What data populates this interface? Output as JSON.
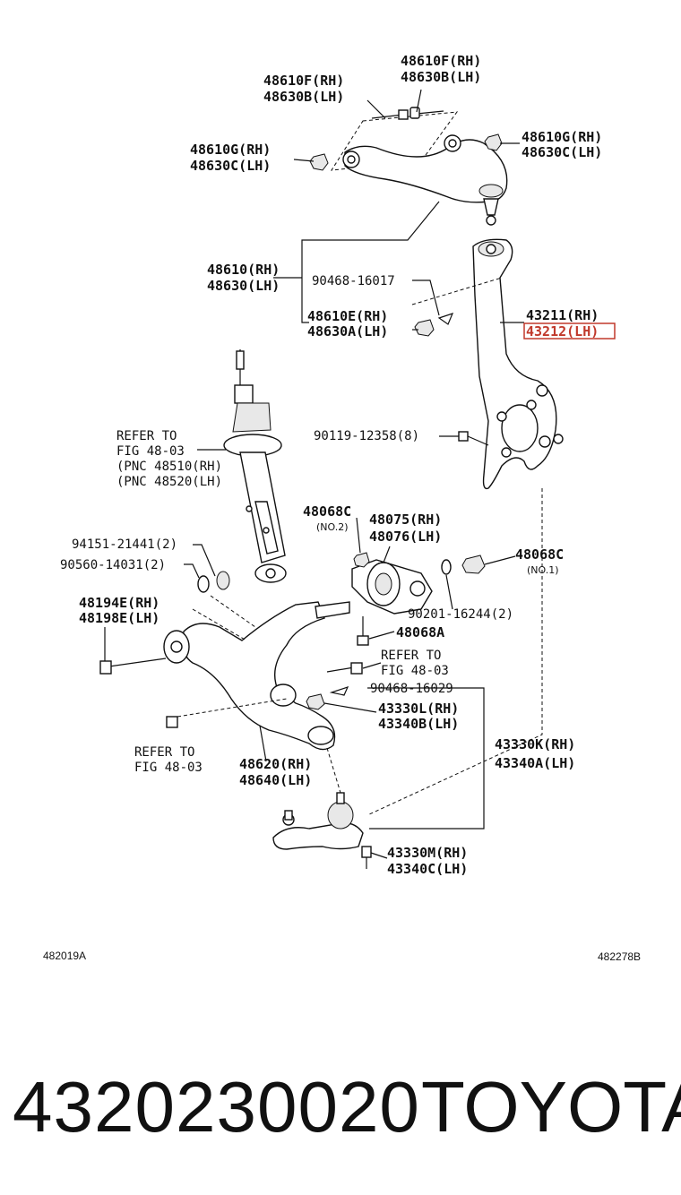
{
  "labels": {
    "l_48610F_RH_top": "48610F(RH)",
    "l_48630B_LH_top": "48630B(LH)",
    "l_48610F_RH_left": "48610F(RH)",
    "l_48630B_LH_left": "48630B(LH)",
    "l_48610G_RH_left": "48610G(RH)",
    "l_48630C_LH_left": "48630C(LH)",
    "l_48610G_RH_right": "48610G(RH)",
    "l_48630C_LH_right": "48630C(LH)",
    "l_48610_RH": "48610(RH)",
    "l_48630_LH": "48630(LH)",
    "l_90468_16017": "90468-16017",
    "l_48610E_RH": "48610E(RH)",
    "l_48630A_LH": "48630A(LH)",
    "l_43211_RH": "43211(RH)",
    "l_43212_LH": "43212(LH)",
    "l_refer_to_1": "REFER TO",
    "l_fig_48_03_1": "FIG 48-03",
    "l_pnc_48510": "(PNC 48510(RH)",
    "l_pnc_48520": "(PNC 48520(LH)",
    "l_90119_12358": "90119-12358(8)",
    "l_48068C_top": "48068C",
    "l_no2": "(NO.2)",
    "l_48075_RH": "48075(RH)",
    "l_48076_LH": "48076(LH)",
    "l_48068C_right": "48068C",
    "l_no1": "(NO.1)",
    "l_94151_21441": "94151-21441(2)",
    "l_90560_14031": "90560-14031(2)",
    "l_48194E_RH": "48194E(RH)",
    "l_48198E_LH": "48198E(LH)",
    "l_90201_16244": "90201-16244(2)",
    "l_48068A": "48068A",
    "l_refer_to_2": "REFER TO",
    "l_fig_48_03_2": "FIG 48-03",
    "l_90468_16029": "90468-16029",
    "l_43330L_RH": "43330L(RH)",
    "l_43340B_LH": "43340B(LH)",
    "l_refer_to_3": "REFER TO",
    "l_fig_48_03_3": "FIG 48-03",
    "l_48620_RH": "48620(RH)",
    "l_48640_LH": "48640(LH)",
    "l_43330K_RH": "43330K(RH)",
    "l_43340A_LH": "43340A(LH)",
    "l_43330M_RH": "43330M(RH)",
    "l_43340C_LH": "43340C(LH)",
    "code_left": "482019A",
    "code_right": "482278B"
  },
  "footer": {
    "part_number": "4320230020",
    "brand": "TOYOTA"
  },
  "highlight_color": "#c0392b"
}
